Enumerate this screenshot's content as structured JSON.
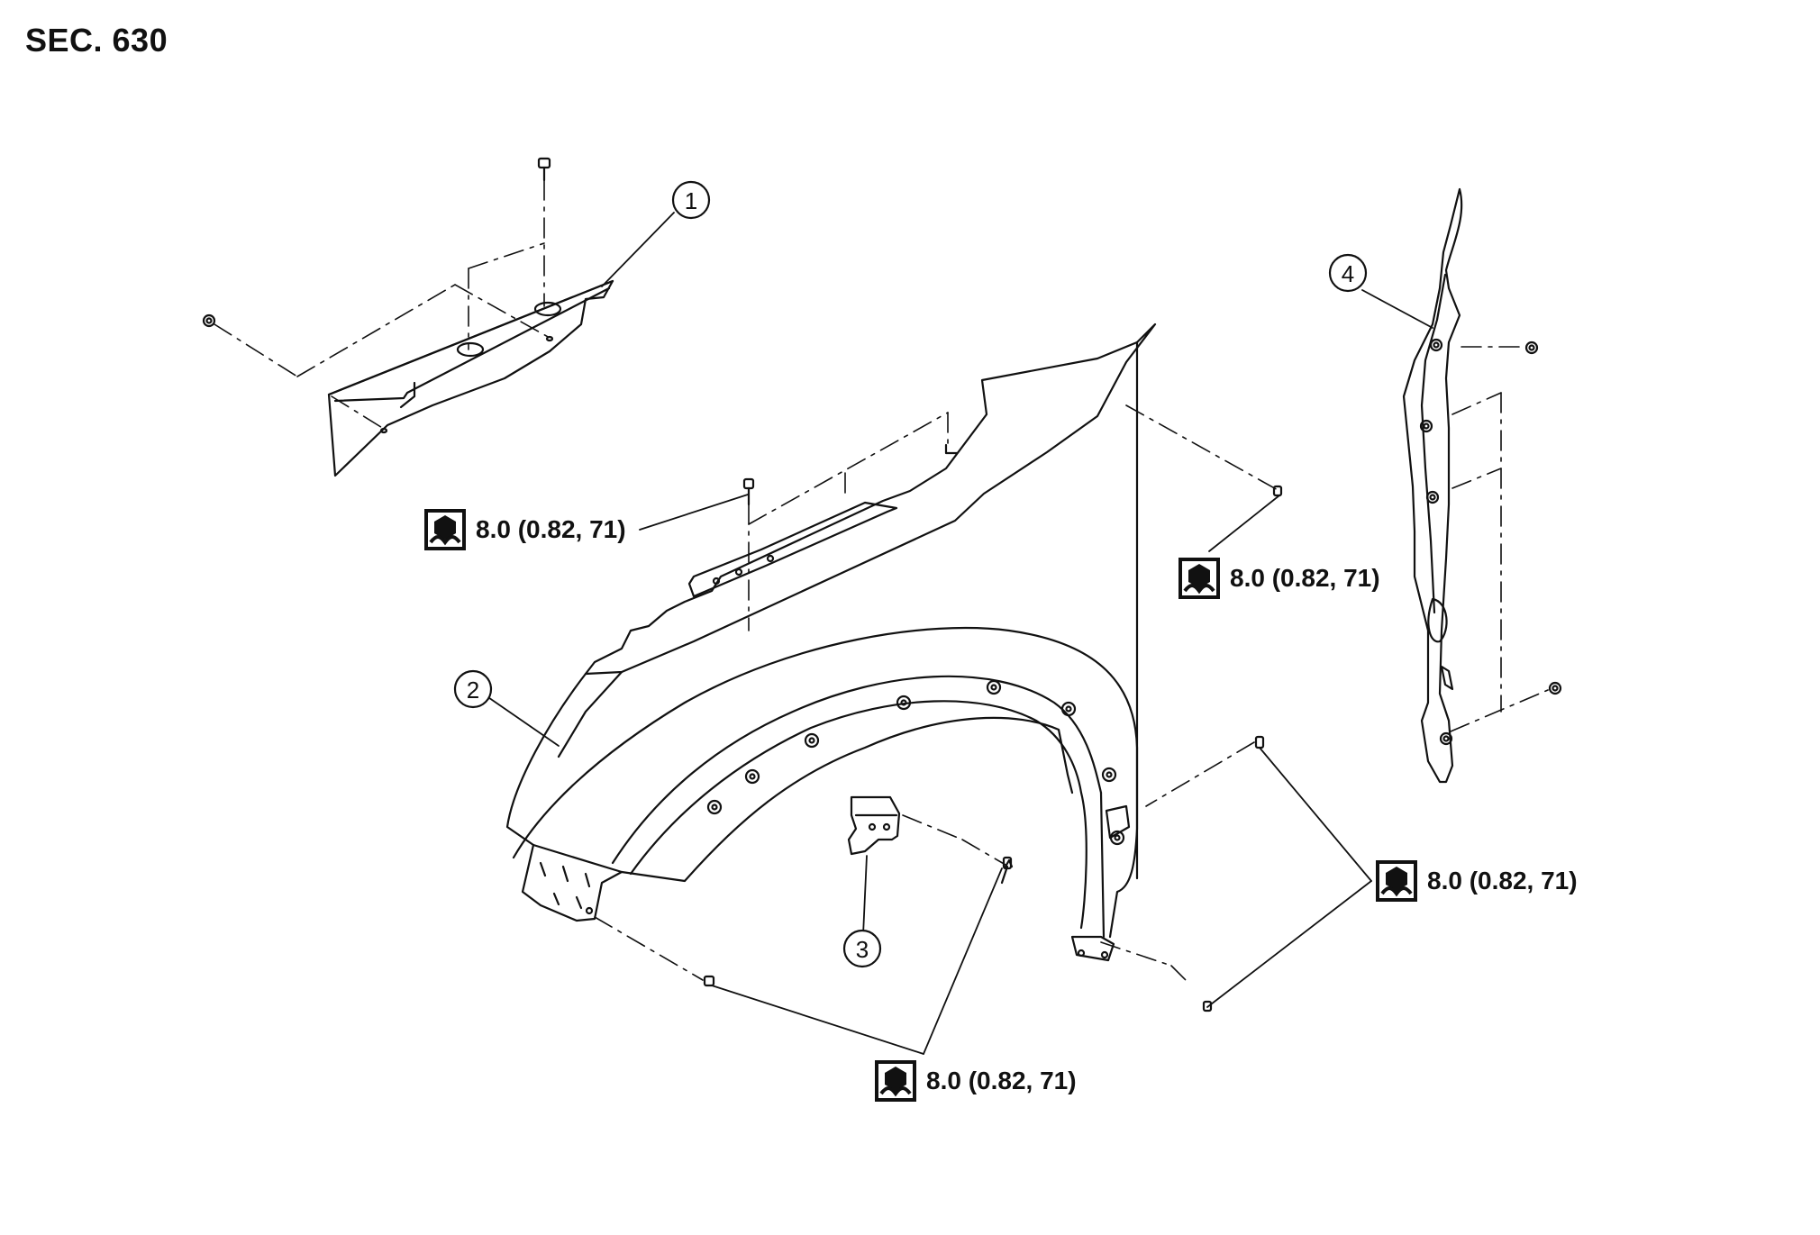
{
  "section_title": "SEC. 630",
  "callouts": [
    "1",
    "2",
    "3",
    "4"
  ],
  "torque_spec": "8.0 (0.82, 71)",
  "icons": {
    "torque": "torque-wrench-icon"
  },
  "colors": {
    "line": "#111111",
    "background": "#ffffff"
  }
}
